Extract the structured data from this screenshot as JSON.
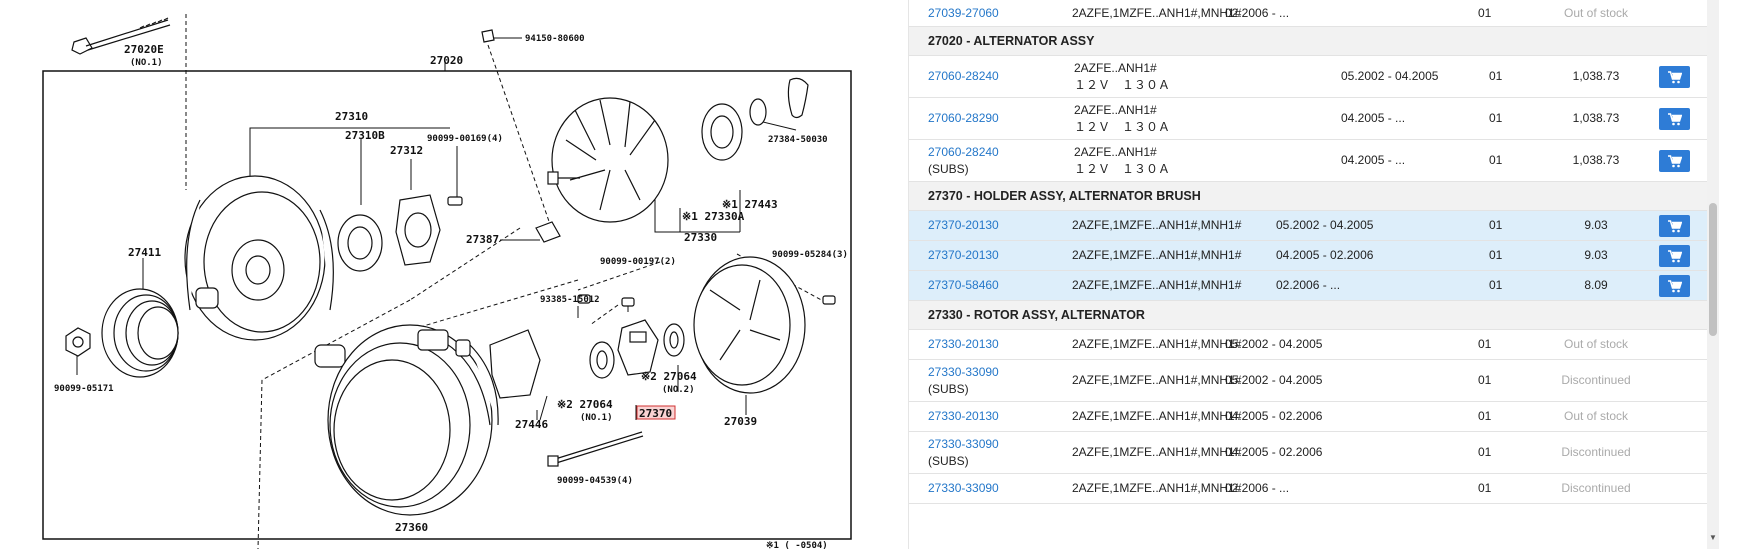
{
  "diagram": {
    "callouts": {
      "c27020E": "27020E",
      "c27020E_no": "(NO.1)",
      "c94150": "94150-80600",
      "c27020": "27020",
      "c27310": "27310",
      "c27310B": "27310B",
      "c27312": "27312",
      "c90099_00169": "90099-00169(4)",
      "c27384": "27384-50030",
      "c27443": "※1 27443",
      "c27330A": "※1 27330A",
      "c27330": "27330",
      "c27387": "27387",
      "c27411": "27411",
      "c90099_00197": "90099-00197(2)",
      "c90099_05284": "90099-05284(3)",
      "c93385": "93385-15012",
      "c90099_05171": "90099-05171",
      "c27064_no2": "※2 27064",
      "c27064_no2b": "(NO.2)",
      "c27064_no1": "※2 27064",
      "c27064_no1b": "(NO.1)",
      "c27370": "27370",
      "c27446": "27446",
      "c27039": "27039",
      "c90099_04539": "90099-04539(4)",
      "c27360": "27360",
      "footnote": "※1 (  -0504)"
    }
  },
  "table": {
    "rows": [
      {
        "kind": "part",
        "part": "27039-27060",
        "subs": "",
        "model1": "2AZFE,1MZFE..ANH1#,MNH1#",
        "model2": "",
        "date": "02.2006 - ...",
        "qty": "01",
        "status": "Out of stock",
        "price": "",
        "cart": false,
        "hl": false
      },
      {
        "kind": "group",
        "title": "27020 - ALTERNATOR ASSY"
      },
      {
        "kind": "part",
        "part": "27060-28240",
        "subs": "",
        "model1": "2AZFE..ANH1#",
        "model2": "１２Ｖ　１３０Ａ",
        "date": "05.2002 - 04.2005",
        "qty": "01",
        "status": "",
        "price": "1,038.73",
        "cart": true,
        "hl": false
      },
      {
        "kind": "part",
        "part": "27060-28290",
        "subs": "",
        "model1": "2AZFE..ANH1#",
        "model2": "１２Ｖ　１３０Ａ",
        "date": "04.2005 - ...",
        "qty": "01",
        "status": "",
        "price": "1,038.73",
        "cart": true,
        "hl": false
      },
      {
        "kind": "part",
        "part": "27060-28240",
        "subs": "(SUBS)",
        "model1": "2AZFE..ANH1#",
        "model2": "１２Ｖ　１３０Ａ",
        "date": "04.2005 - ...",
        "qty": "01",
        "status": "",
        "price": "1,038.73",
        "cart": true,
        "hl": false
      },
      {
        "kind": "group",
        "title": "27370 - HOLDER ASSY, ALTERNATOR BRUSH"
      },
      {
        "kind": "part",
        "part": "27370-20130",
        "subs": "",
        "model1": "2AZFE,1MZFE..ANH1#,MNH1#",
        "model2": "",
        "date": "05.2002 - 04.2005",
        "qty": "01",
        "status": "",
        "price": "9.03",
        "cart": true,
        "hl": true
      },
      {
        "kind": "part",
        "part": "27370-20130",
        "subs": "",
        "model1": "2AZFE,1MZFE..ANH1#,MNH1#",
        "model2": "",
        "date": "04.2005 - 02.2006",
        "qty": "01",
        "status": "",
        "price": "9.03",
        "cart": true,
        "hl": true
      },
      {
        "kind": "part",
        "part": "27370-58460",
        "subs": "",
        "model1": "2AZFE,1MZFE..ANH1#,MNH1#",
        "model2": "",
        "date": "02.2006 - ...",
        "qty": "01",
        "status": "",
        "price": "8.09",
        "cart": true,
        "hl": true
      },
      {
        "kind": "group",
        "title": "27330 - ROTOR ASSY, ALTERNATOR"
      },
      {
        "kind": "part",
        "part": "27330-20130",
        "subs": "",
        "model1": "2AZFE,1MZFE..ANH1#,MNH1#",
        "model2": "",
        "date": "05.2002 - 04.2005",
        "qty": "01",
        "status": "Out of stock",
        "price": "",
        "cart": false,
        "hl": false
      },
      {
        "kind": "part",
        "part": "27330-33090",
        "subs": "(SUBS)",
        "model1": "2AZFE,1MZFE..ANH1#,MNH1#",
        "model2": "",
        "date": "05.2002 - 04.2005",
        "qty": "01",
        "status": "Discontinued",
        "price": "",
        "cart": false,
        "hl": false
      },
      {
        "kind": "part",
        "part": "27330-20130",
        "subs": "",
        "model1": "2AZFE,1MZFE..ANH1#,MNH1#",
        "model2": "",
        "date": "04.2005 - 02.2006",
        "qty": "01",
        "status": "Out of stock",
        "price": "",
        "cart": false,
        "hl": false
      },
      {
        "kind": "part",
        "part": "27330-33090",
        "subs": "(SUBS)",
        "model1": "2AZFE,1MZFE..ANH1#,MNH1#",
        "model2": "",
        "date": "04.2005 - 02.2006",
        "qty": "01",
        "status": "Discontinued",
        "price": "",
        "cart": false,
        "hl": false
      },
      {
        "kind": "part",
        "part": "27330-33090",
        "subs": "",
        "model1": "2AZFE,1MZFE..ANH1#,MNH1#",
        "model2": "",
        "date": "02.2006 - ...",
        "qty": "01",
        "status": "Discontinued",
        "price": "",
        "cart": false,
        "hl": false
      }
    ]
  },
  "colors": {
    "link": "#2477c9",
    "cart": "#2e7cd6",
    "highlight": "#ddeefa",
    "group_bg": "#f2f2f2",
    "muted": "#aaaaaa"
  },
  "icons": {
    "cart": "cart-icon",
    "scroll_down": "scroll-down-arrow-icon"
  }
}
